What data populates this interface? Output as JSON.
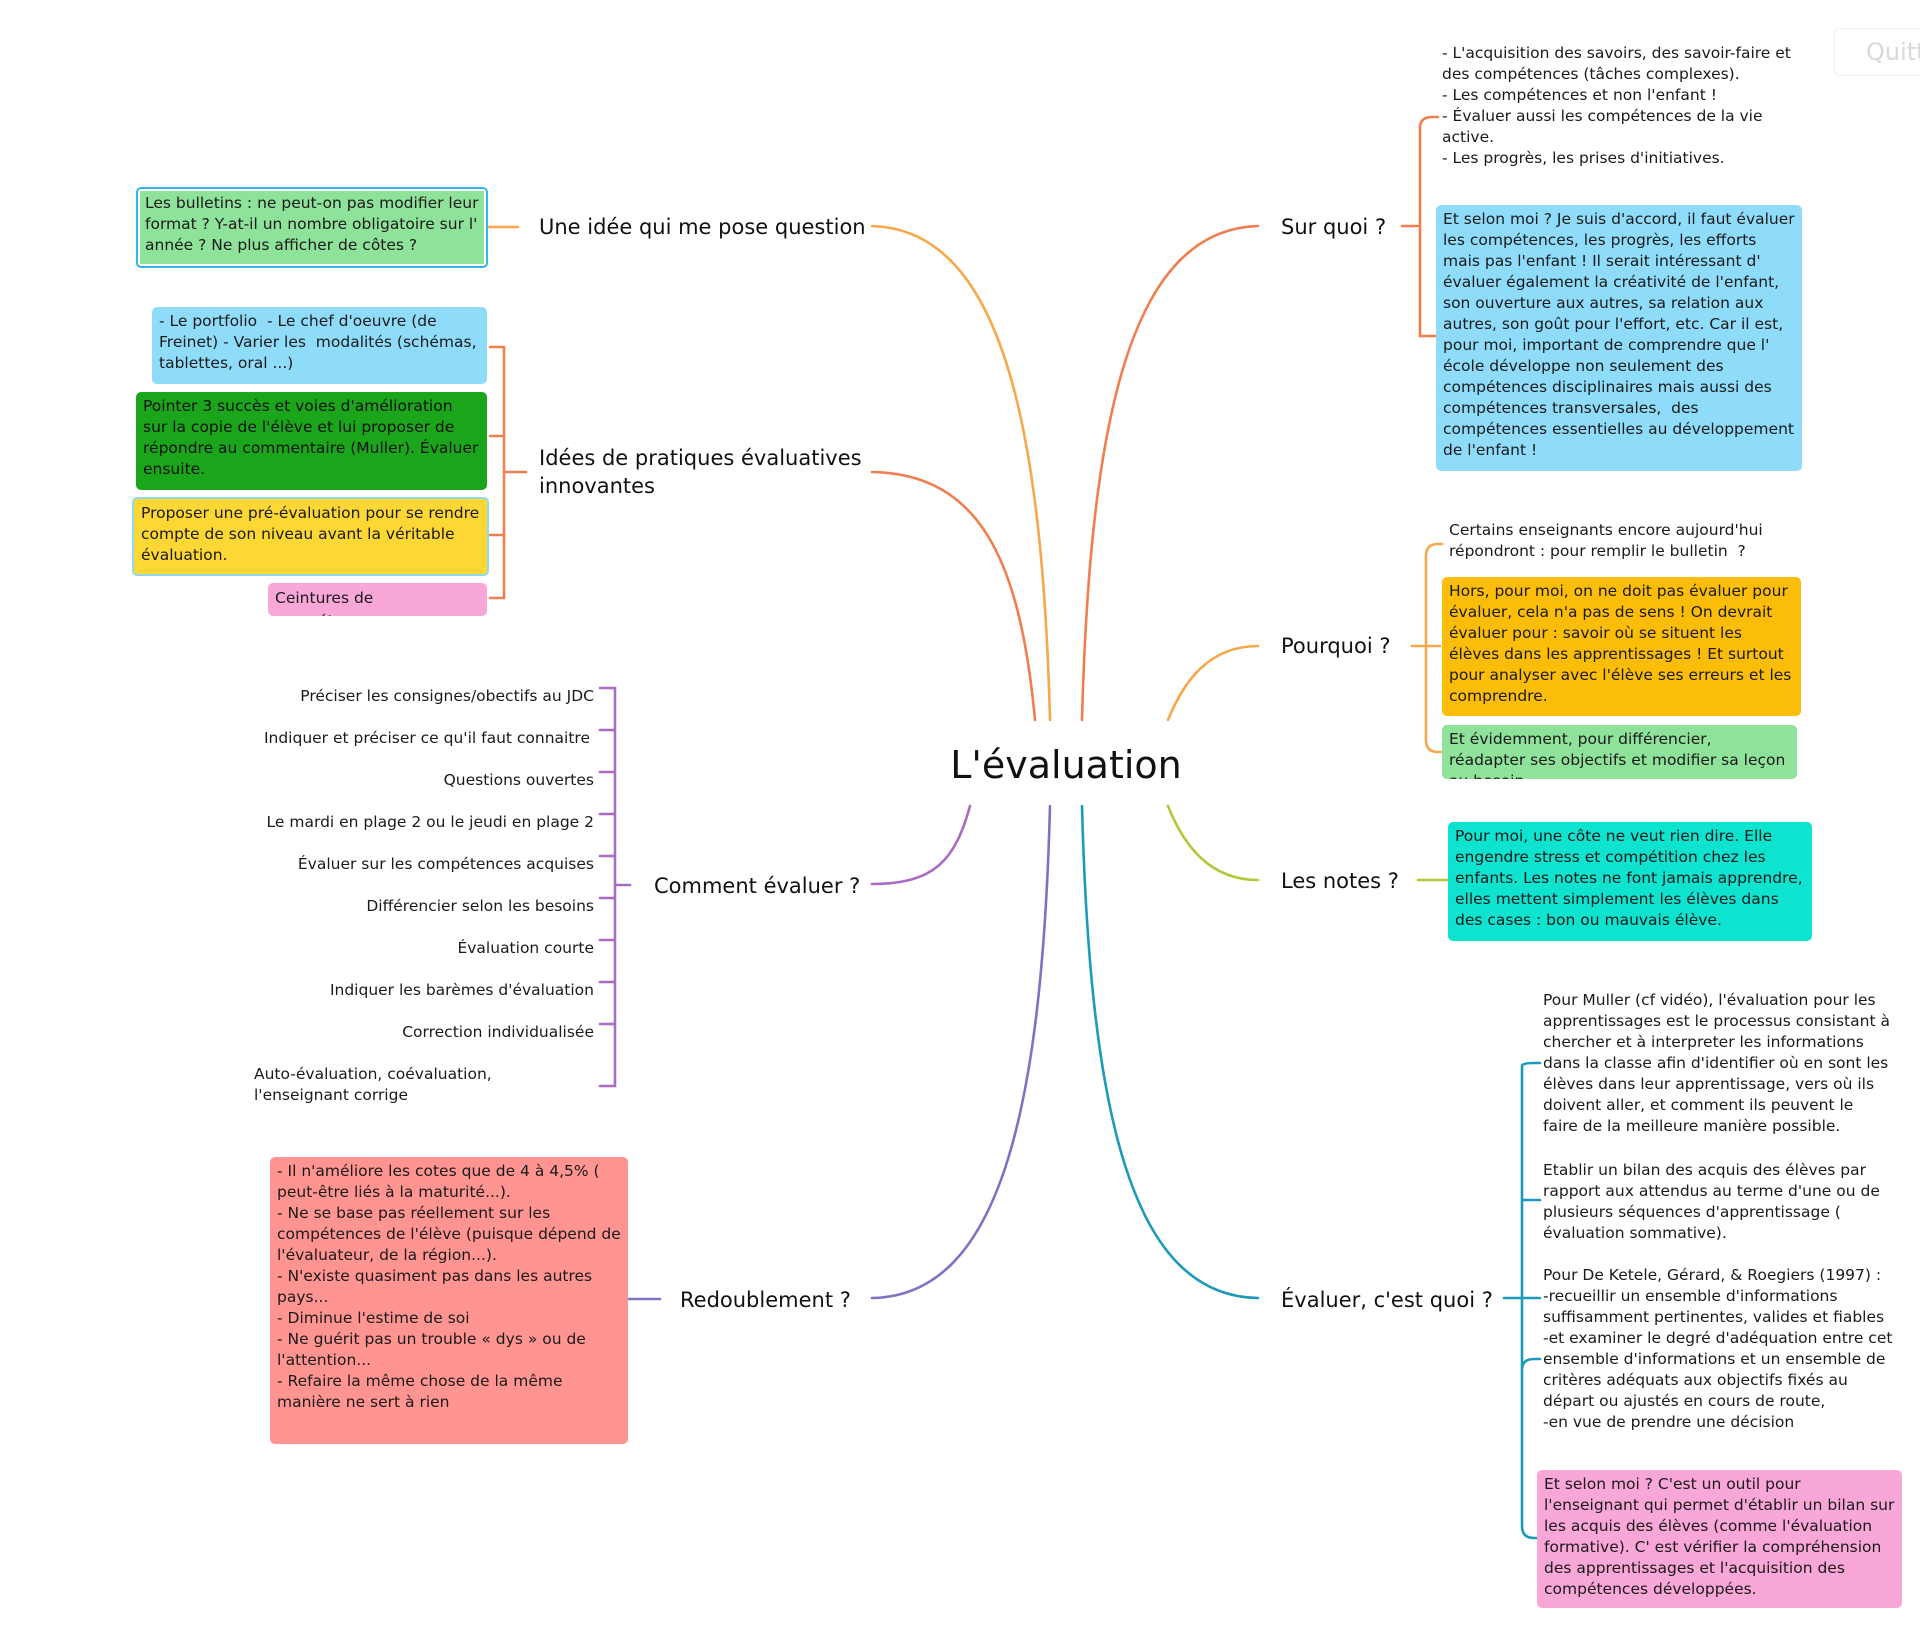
{
  "colors": {
    "orange": "#f7a84a",
    "coral": "#f07e4e",
    "purple": "#a86cc0",
    "violet": "#8072c3",
    "teal": "#1e9ab9",
    "lime": "#b0c93a",
    "green": "#8ee29a",
    "blue": "#8fdcfa",
    "dark_green": "#1aa51a",
    "yellow": "#fdd835",
    "pink": "#f9a6d8",
    "amber": "#fbbd08",
    "aqua": "#0ee3cf",
    "salmon": "#ff9491"
  },
  "window": {
    "quit_label": "Quitt"
  },
  "center": {
    "title": "L'évaluation"
  },
  "branches": {
    "idee": {
      "label": "Une idée qui me pose question",
      "note": "Les bulletins : ne peut-on pas modifier leur format ? Y-at-il un nombre obligatoire sur l' année ? Ne plus afficher de côtes ?"
    },
    "pratiques": {
      "label": "Idées de pratiques évaluatives innovantes",
      "items": [
        "- Le portfolio  - Le chef d'oeuvre (de Freinet) - Varier les  modalités (schémas, tablettes, oral ...)",
        "Pointer 3 succès et voies d'amélioration sur la copie de l'élève et lui proposer de répondre au commentaire (Muller). Évaluer ensuite.",
        "Proposer une pré-évaluation pour se rendre compte de son niveau avant la véritable évaluation.",
        "Ceintures de compétences"
      ]
    },
    "comment": {
      "label": "Comment évaluer ?",
      "items": [
        "Préciser les consignes/obectifs au JDC",
        "Indiquer et préciser ce qu'il faut connaitre",
        "Questions ouvertes",
        "Le mardi en plage 2 ou le jeudi en plage 2",
        "Évaluer sur les compétences acquises",
        "Différencier selon les besoins",
        "Évaluation courte",
        "Indiquer les barèmes d'évaluation",
        "Correction individualisée",
        "Auto-évaluation, coévaluation, l'enseignant corrige"
      ]
    },
    "redoublement": {
      "label": "Redoublement ?",
      "note": "- Il n'améliore les cotes que de 4 à 4,5% ( peut-être liés à la maturité...).\n- Ne se base pas réellement sur les compétences de l'élève (puisque dépend de l'évaluateur, de la région...).\n- N'existe quasiment pas dans les autres pays...\n- Diminue l'estime de soi\n- Ne guérit pas un trouble « dys » ou de l'attention...\n- Refaire la même chose de la même manière ne sert à rien"
    },
    "surquoi": {
      "label": "Sur quoi ?",
      "items": [
        "- L'acquisition des savoirs, des savoir-faire et des compétences (tâches complexes).\n- Les compétences et non l'enfant !\n- Évaluer aussi les compétences de la vie active.\n- Les progrès, les prises d'initiatives.",
        "Et selon moi ? Je suis d'accord, il faut évaluer les compétences, les progrès, les efforts mais pas l'enfant ! Il serait intéressant d' évaluer également la créativité de l'enfant, son ouverture aux autres, sa relation aux autres, son goût pour l'effort, etc. Car il est, pour moi, important de comprendre que l' école développe non seulement des compétences disciplinaires mais aussi des compétences transversales,  des compétences essentielles au développement de l'enfant !"
      ]
    },
    "pourquoi": {
      "label": "Pourquoi ?",
      "items": [
        "Certains enseignants encore aujourd'hui répondront : pour remplir le bulletin  ?",
        "Hors, pour moi, on ne doit pas évaluer pour évaluer, cela n'a pas de sens ! On devrait évaluer pour : savoir où se situent les élèves dans les apprentissages ! Et surtout pour analyser avec l'élève ses erreurs et les comprendre.",
        "Et évidemment, pour différencier, réadapter ses objectifs et modifier sa leçon au besoin."
      ]
    },
    "notes": {
      "label": "Les notes ?",
      "note": "Pour moi, une côte ne veut rien dire. Elle engendre stress et compétition chez les enfants. Les notes ne font jamais apprendre, elles mettent simplement les élèves dans des cases : bon ou mauvais élève."
    },
    "evaluer": {
      "label": "Évaluer, c'est quoi ?",
      "items": [
        "Pour Muller (cf vidéo), l'évaluation pour les apprentissages est le processus consistant à chercher et à interpreter les informations dans la classe afin d'identifier où en sont les élèves dans leur apprentissage, vers où ils doivent aller, et comment ils peuvent le faire de la meilleure manière possible.",
        "Etablir un bilan des acquis des élèves par rapport aux attendus au terme d'une ou de plusieurs séquences d'apprentissage ( évaluation sommative).",
        "Pour De Ketele, Gérard, & Roegiers (1997) :\n-recueillir un ensemble d'informations suffisamment pertinentes, valides et fiables\n-et examiner le degré d'adéquation entre cet ensemble d'informations et un ensemble de critères adéquats aux objectifs fixés au départ ou ajustés en cours de route,\n-en vue de prendre une décision",
        "Et selon moi ? C'est un outil pour l'enseignant qui permet d'établir un bilan sur les acquis des élèves (comme l'évaluation formative). C' est vérifier la compréhension des apprentissages et l'acquisition des compétences développées."
      ]
    }
  }
}
